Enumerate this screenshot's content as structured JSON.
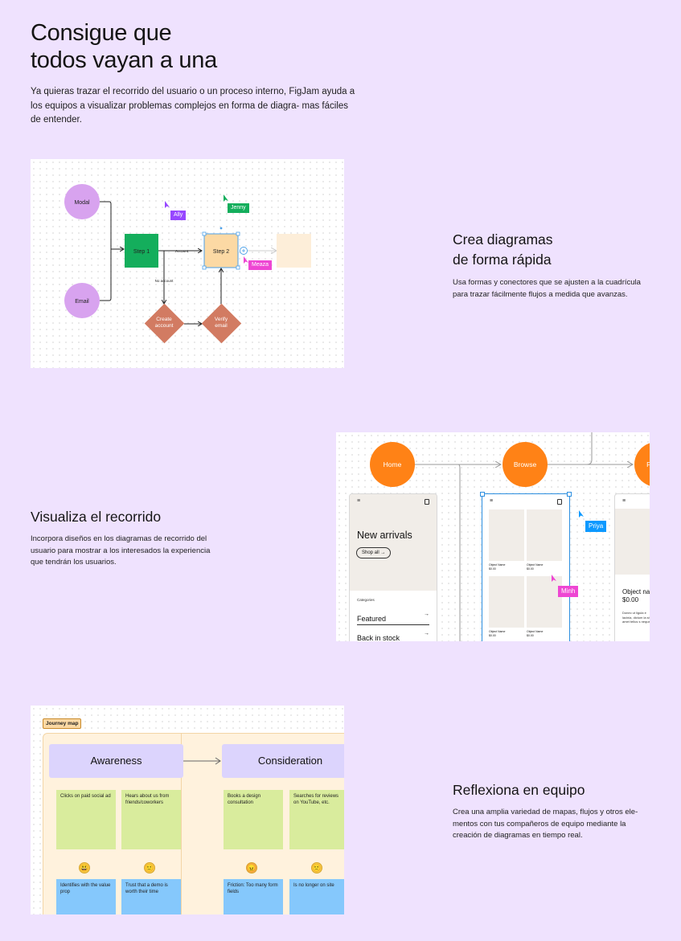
{
  "hero": {
    "title_line1": "Consigue que",
    "title_line2": "todos vayan a una",
    "description": "Ya quieras trazar el recorrido del usuario o un proceso interno, FigJam ayuda a los equipos a visualizar problemas complejos en forma de diagra- mas fáciles de entender."
  },
  "section1": {
    "title_line1": "Crea diagramas",
    "title_line2": "de forma rápida",
    "description": "Usa formas y conectores que se ajusten a la cuadrícula para trazar fácilmente flujos a medida que avanzas.",
    "diagram": {
      "modal": "Modal",
      "email": "Email",
      "step1": "Step 1",
      "step2": "Step 2",
      "account": "Account",
      "no_account": "No account",
      "create_line1": "Create",
      "create_line2": "account",
      "verify_line1": "Verify",
      "verify_line2": "email",
      "cursors": [
        "Ally",
        "Jenny",
        "Meaza"
      ]
    }
  },
  "section2": {
    "title": "Visualiza el recorrido",
    "description": "Incorpora diseños en los diagramas de recorrido del usuario para mostrar a los interesados la experiencia que tendrán los usuarios.",
    "flow": {
      "home": "Home",
      "browse": "Browse",
      "partial": "P",
      "new_arrivals": "New arrivals",
      "shop_all": "Shop all →",
      "categories": "Categories",
      "featured": "Featured",
      "back_in_stock": "Back in stock",
      "object_name": "Object Name",
      "price_small": "$0.00",
      "object_partial": "Object na",
      "price_large": "$0.00",
      "body_partial": "Donec ut ligula e lacinia, dictum la sit amet tellus s neque.",
      "arrow": "→",
      "cursors": [
        "Priya",
        "Minh"
      ]
    }
  },
  "section3": {
    "title": "Reflexiona en equipo",
    "description": "Crea una amplia variedad de mapas, flujos y otros ele- mentos con tus compañeros de equipo mediante la creación de diagramas en tiempo real.",
    "journey": {
      "tag": "Journey map",
      "stage1": "Awareness",
      "stage2": "Consideration",
      "notes_top": [
        "Clicks on paid social ad",
        "Hears about us from friends/coworkers",
        "Books a design consultation",
        "Searches for reviews on YouTube, etc."
      ],
      "faces": [
        "😃",
        "🙂",
        "😠",
        "🙁"
      ],
      "notes_bottom": [
        "Identifies with the value prop",
        "Trust that a demo is worth their time",
        "Friction: Too many form fields",
        "Is no longer on site"
      ]
    }
  },
  "colors": {
    "background": "#efe2fe",
    "purple_node": "#d8a3ef",
    "green": "#14ae5c",
    "orange_node": "#ff8216",
    "salmon": "#d27b62",
    "step2_fill": "#fcd9a4",
    "sticky_green": "#d9ec9d",
    "sticky_blue": "#85c8fc",
    "stage_purple": "#dcd4fd",
    "cursor_ally": "#9747ff",
    "cursor_jenny": "#14ae5c",
    "cursor_pink": "#ee46d3",
    "cursor_priya": "#0d99ff"
  }
}
